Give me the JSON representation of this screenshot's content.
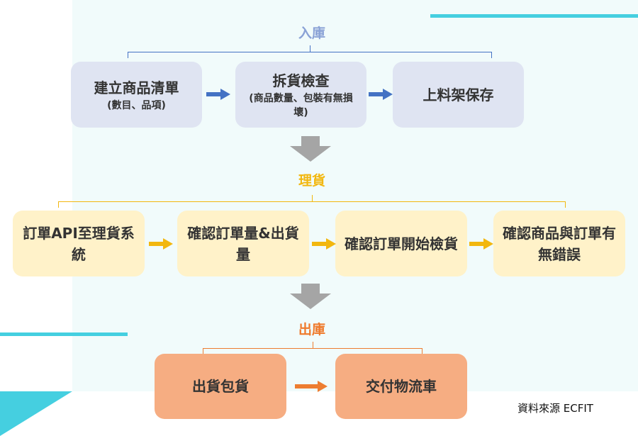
{
  "colors": {
    "stage_inbound": "#8aa2d6",
    "stage_sorting": "#f2b70f",
    "stage_outbound": "#ef7a2c",
    "arrow_blue": "#4472c4",
    "arrow_yellow": "#f2b70f",
    "arrow_orange": "#ed7d31",
    "stage_arrow": "#a5a5a5",
    "accent": "#45cfe0"
  },
  "stages": {
    "inbound": {
      "title": "入庫",
      "steps": [
        {
          "main": "建立商品清單",
          "sub": "(數目、品項)"
        },
        {
          "main": "拆貨檢查",
          "sub": "(商品數量、包裝有無損壞)"
        },
        {
          "main": "上料架保存"
        }
      ]
    },
    "sorting": {
      "title": "理貨",
      "steps": [
        {
          "main": "訂單API至理貨系統"
        },
        {
          "main": "確認訂單量&出貨量"
        },
        {
          "main": "確認訂單開始檢貨"
        },
        {
          "main": "確認商品與訂單有無錯誤"
        }
      ]
    },
    "outbound": {
      "title": "出庫",
      "steps": [
        {
          "main": "出貨包貨"
        },
        {
          "main": "交付物流車"
        }
      ]
    }
  },
  "source": "資料來源 ECFIT"
}
